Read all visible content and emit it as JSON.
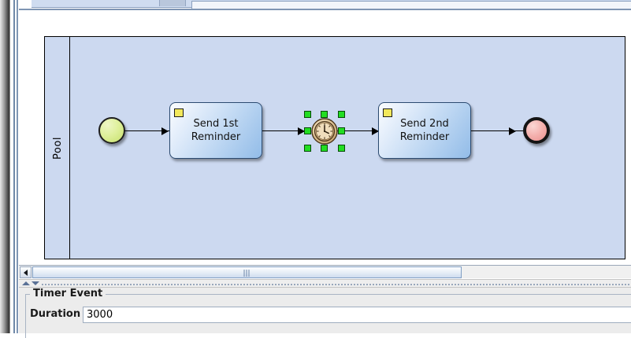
{
  "window": {
    "tab_active_label": "",
    "tab_inactive_label": ""
  },
  "canvas": {
    "pool": {
      "label": "Pool"
    },
    "nodes": [
      {
        "id": "start",
        "type": "start-event",
        "label": "",
        "icon": "start-event-circle"
      },
      {
        "id": "task1",
        "type": "send-task",
        "label": "Send 1st\nReminder",
        "marker": "message-marker"
      },
      {
        "id": "timer",
        "type": "intermediate-timer-event",
        "label": "",
        "icon": "clock-icon",
        "selected": true
      },
      {
        "id": "task2",
        "type": "send-task",
        "label": "Send 2nd\nReminder",
        "marker": "message-marker"
      },
      {
        "id": "end",
        "type": "end-event",
        "label": "",
        "icon": "end-event-circle"
      }
    ],
    "flows": [
      {
        "from": "start",
        "to": "task1"
      },
      {
        "from": "task1",
        "to": "timer"
      },
      {
        "from": "timer",
        "to": "task2"
      },
      {
        "from": "task2",
        "to": "end"
      }
    ]
  },
  "properties": {
    "group_title": "Timer Event",
    "duration": {
      "label": "Duration",
      "value": "3000",
      "placeholder": ""
    }
  },
  "colors": {
    "pool_fill": "#ccd9f0",
    "task_fill": "#bcd6f2",
    "start_fill": "#dff09c",
    "end_fill": "#f4b0ad",
    "selection_handle": "#22dd22",
    "marker_yellow": "#f2e85c",
    "panel_bg": "#ececec"
  }
}
